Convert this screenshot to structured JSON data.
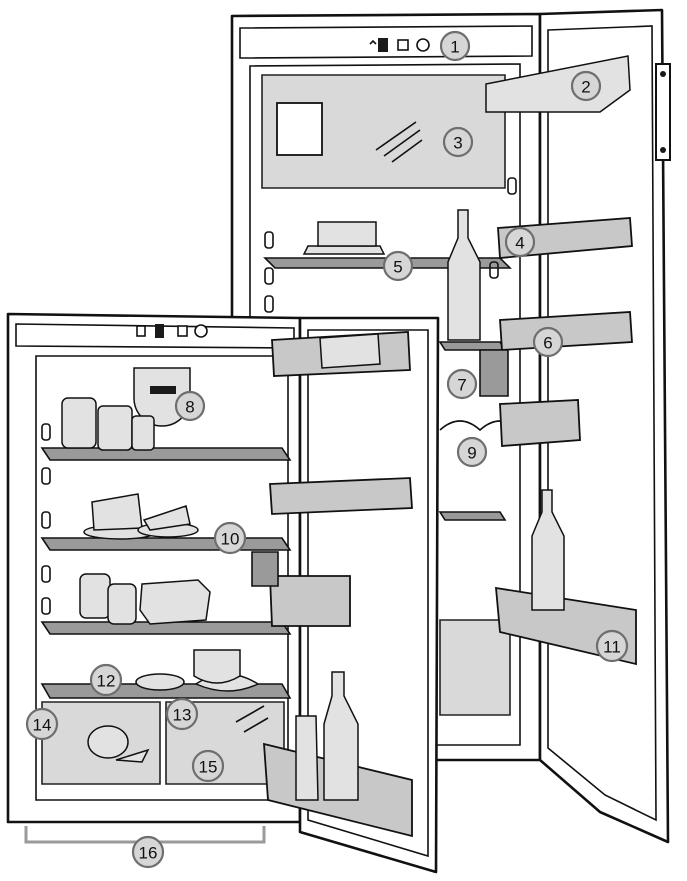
{
  "callouts": [
    {
      "id": "c1",
      "label": "1"
    },
    {
      "id": "c2",
      "label": "2"
    },
    {
      "id": "c3",
      "label": "3"
    },
    {
      "id": "c4",
      "label": "4"
    },
    {
      "id": "c5",
      "label": "5"
    },
    {
      "id": "c6",
      "label": "6"
    },
    {
      "id": "c7",
      "label": "7"
    },
    {
      "id": "c8",
      "label": "8"
    },
    {
      "id": "c9",
      "label": "9"
    },
    {
      "id": "c10",
      "label": "10"
    },
    {
      "id": "c11",
      "label": "11"
    },
    {
      "id": "c12",
      "label": "12"
    },
    {
      "id": "c13",
      "label": "13"
    },
    {
      "id": "c14",
      "label": "14"
    },
    {
      "id": "c15",
      "label": "15"
    },
    {
      "id": "c16",
      "label": "16"
    }
  ],
  "colors": {
    "outline": "#111111",
    "callout_fill": "#d6d6d6",
    "callout_stroke": "#6e6e6e",
    "shelf_grey": "#9a9a9a",
    "background": "#ffffff"
  },
  "icons": [
    "thermostat-control-icon",
    "fan-light-icon",
    "bottle-icon",
    "cheese-icon",
    "cake-icon",
    "yoghurt-icon",
    "vegetable-icon",
    "fish-icon"
  ]
}
